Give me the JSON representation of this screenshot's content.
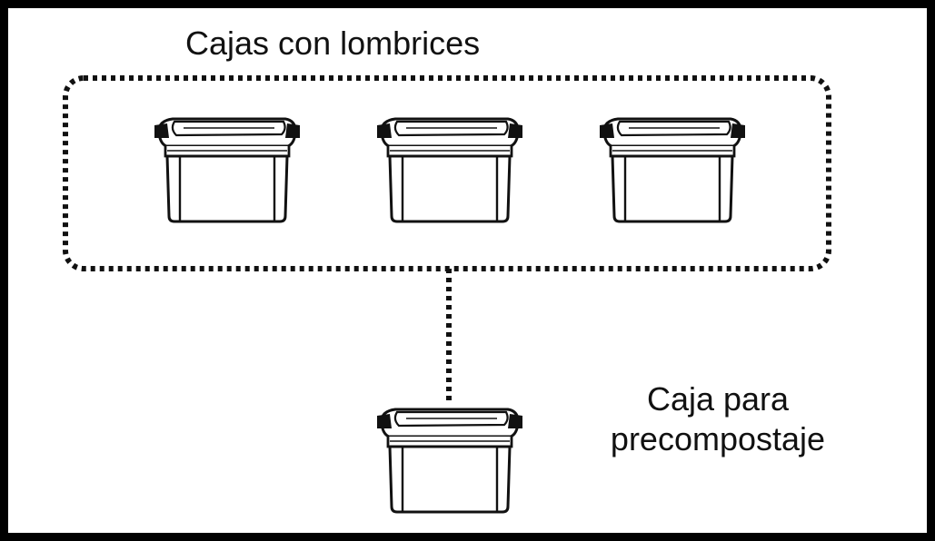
{
  "diagram": {
    "group_label": "Cajas con lombrices",
    "box_label_lines": [
      "Caja para",
      "precompostaje"
    ],
    "group_box_count": 3,
    "colors": {
      "ink": "#111111",
      "frame": "#000000",
      "background": "#ffffff"
    }
  }
}
